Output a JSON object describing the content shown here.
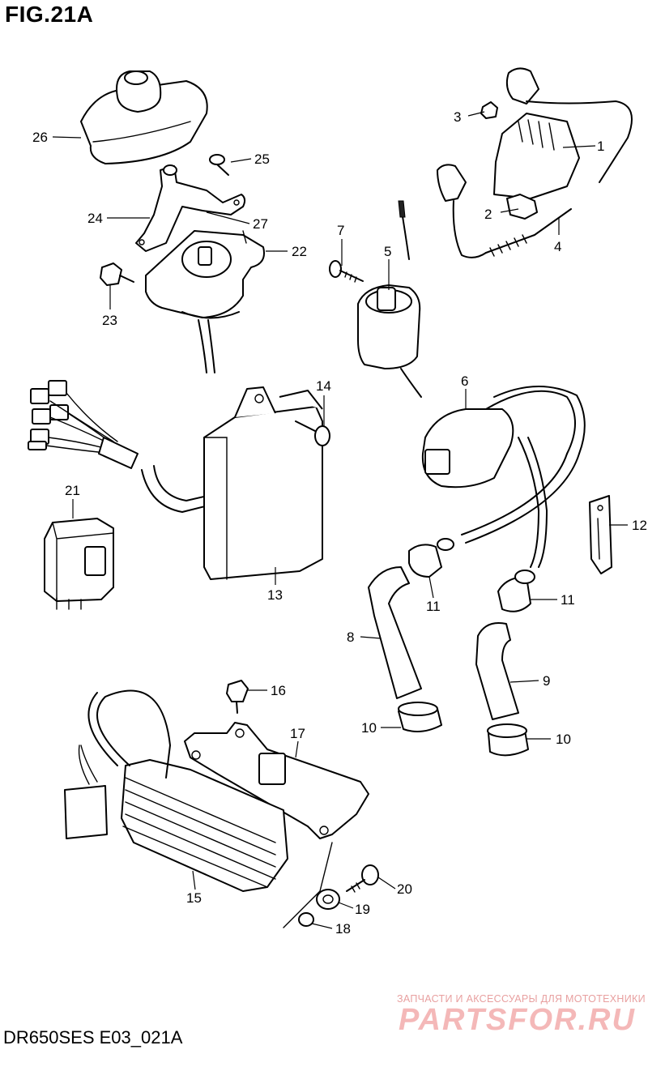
{
  "figure": {
    "title": "FIG.21A",
    "code": "DR650SES E03_021A"
  },
  "watermark": {
    "tagline": "ЗАПЧАСТИ И АКСЕССУАРЫ ДЛЯ МОТОТЕХНИКИ",
    "brand": "PARTSFOR.RU"
  },
  "callouts": {
    "c1": "1",
    "c2": "2",
    "c3": "3",
    "c4": "4",
    "c5": "5",
    "c6": "6",
    "c7": "7",
    "c8": "8",
    "c9": "9",
    "c10a": "10",
    "c10b": "10",
    "c11a": "11",
    "c11b": "11",
    "c12": "12",
    "c13": "13",
    "c14": "14",
    "c15": "15",
    "c16": "16",
    "c17": "17",
    "c18": "18",
    "c19": "19",
    "c20": "20",
    "c21": "21",
    "c22": "22",
    "c23": "23",
    "c24": "24",
    "c25": "25",
    "c26": "26",
    "c27": "27"
  }
}
